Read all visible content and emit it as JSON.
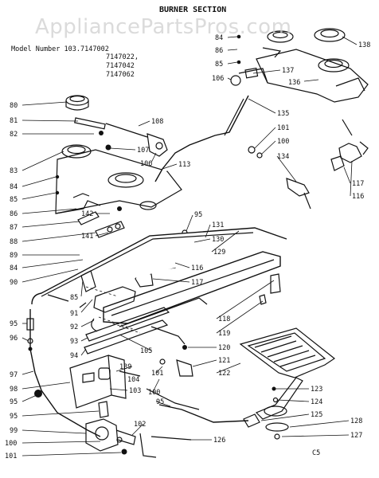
{
  "watermark": "AppliancePartsPros.com",
  "title": "BURNER SECTION",
  "model": {
    "line1": "Model Number 103.7147002",
    "line2": "7147022,",
    "line3": "7147042",
    "line4": "7147062"
  },
  "page_code": "C5",
  "callouts": {
    "c80": "80",
    "c81": "81",
    "c82": "82",
    "c83": "83",
    "c84a": "84",
    "c85a": "85",
    "c86a": "86",
    "c87": "87",
    "c88": "88",
    "c89": "89",
    "c84b": "84",
    "c90": "90",
    "c85b": "85",
    "c91": "91",
    "c95a": "95",
    "c96": "96",
    "c92": "92",
    "c93": "93",
    "c94": "94",
    "c97": "97",
    "c98": "98",
    "c95b": "95",
    "c99": "99",
    "c100a": "100",
    "c101a": "101",
    "c108": "108",
    "c107": "107",
    "c106a": "106",
    "c113": "113",
    "c142": "142",
    "c141": "141",
    "c95c": "95",
    "c131": "131",
    "c130": "130",
    "c129": "129",
    "c116a": "116",
    "c117a": "117",
    "c118": "118",
    "c119": "119",
    "c105": "105",
    "c120": "120",
    "c121": "121",
    "c122": "122",
    "c139": "139",
    "c104": "104",
    "c101b": "101",
    "c103": "103",
    "c100b": "100",
    "c95d": "95",
    "c102": "102",
    "c123": "123",
    "c124": "124",
    "c125": "125",
    "c126": "126",
    "c128": "128",
    "c127": "127",
    "c84c": "84",
    "c86b": "86",
    "c85c": "85",
    "c106b": "106",
    "c137": "137",
    "c138": "138",
    "c136": "136",
    "c135": "135",
    "c101c": "101",
    "c100c": "100",
    "c134": "134",
    "c117b": "117",
    "c116b": "116"
  }
}
